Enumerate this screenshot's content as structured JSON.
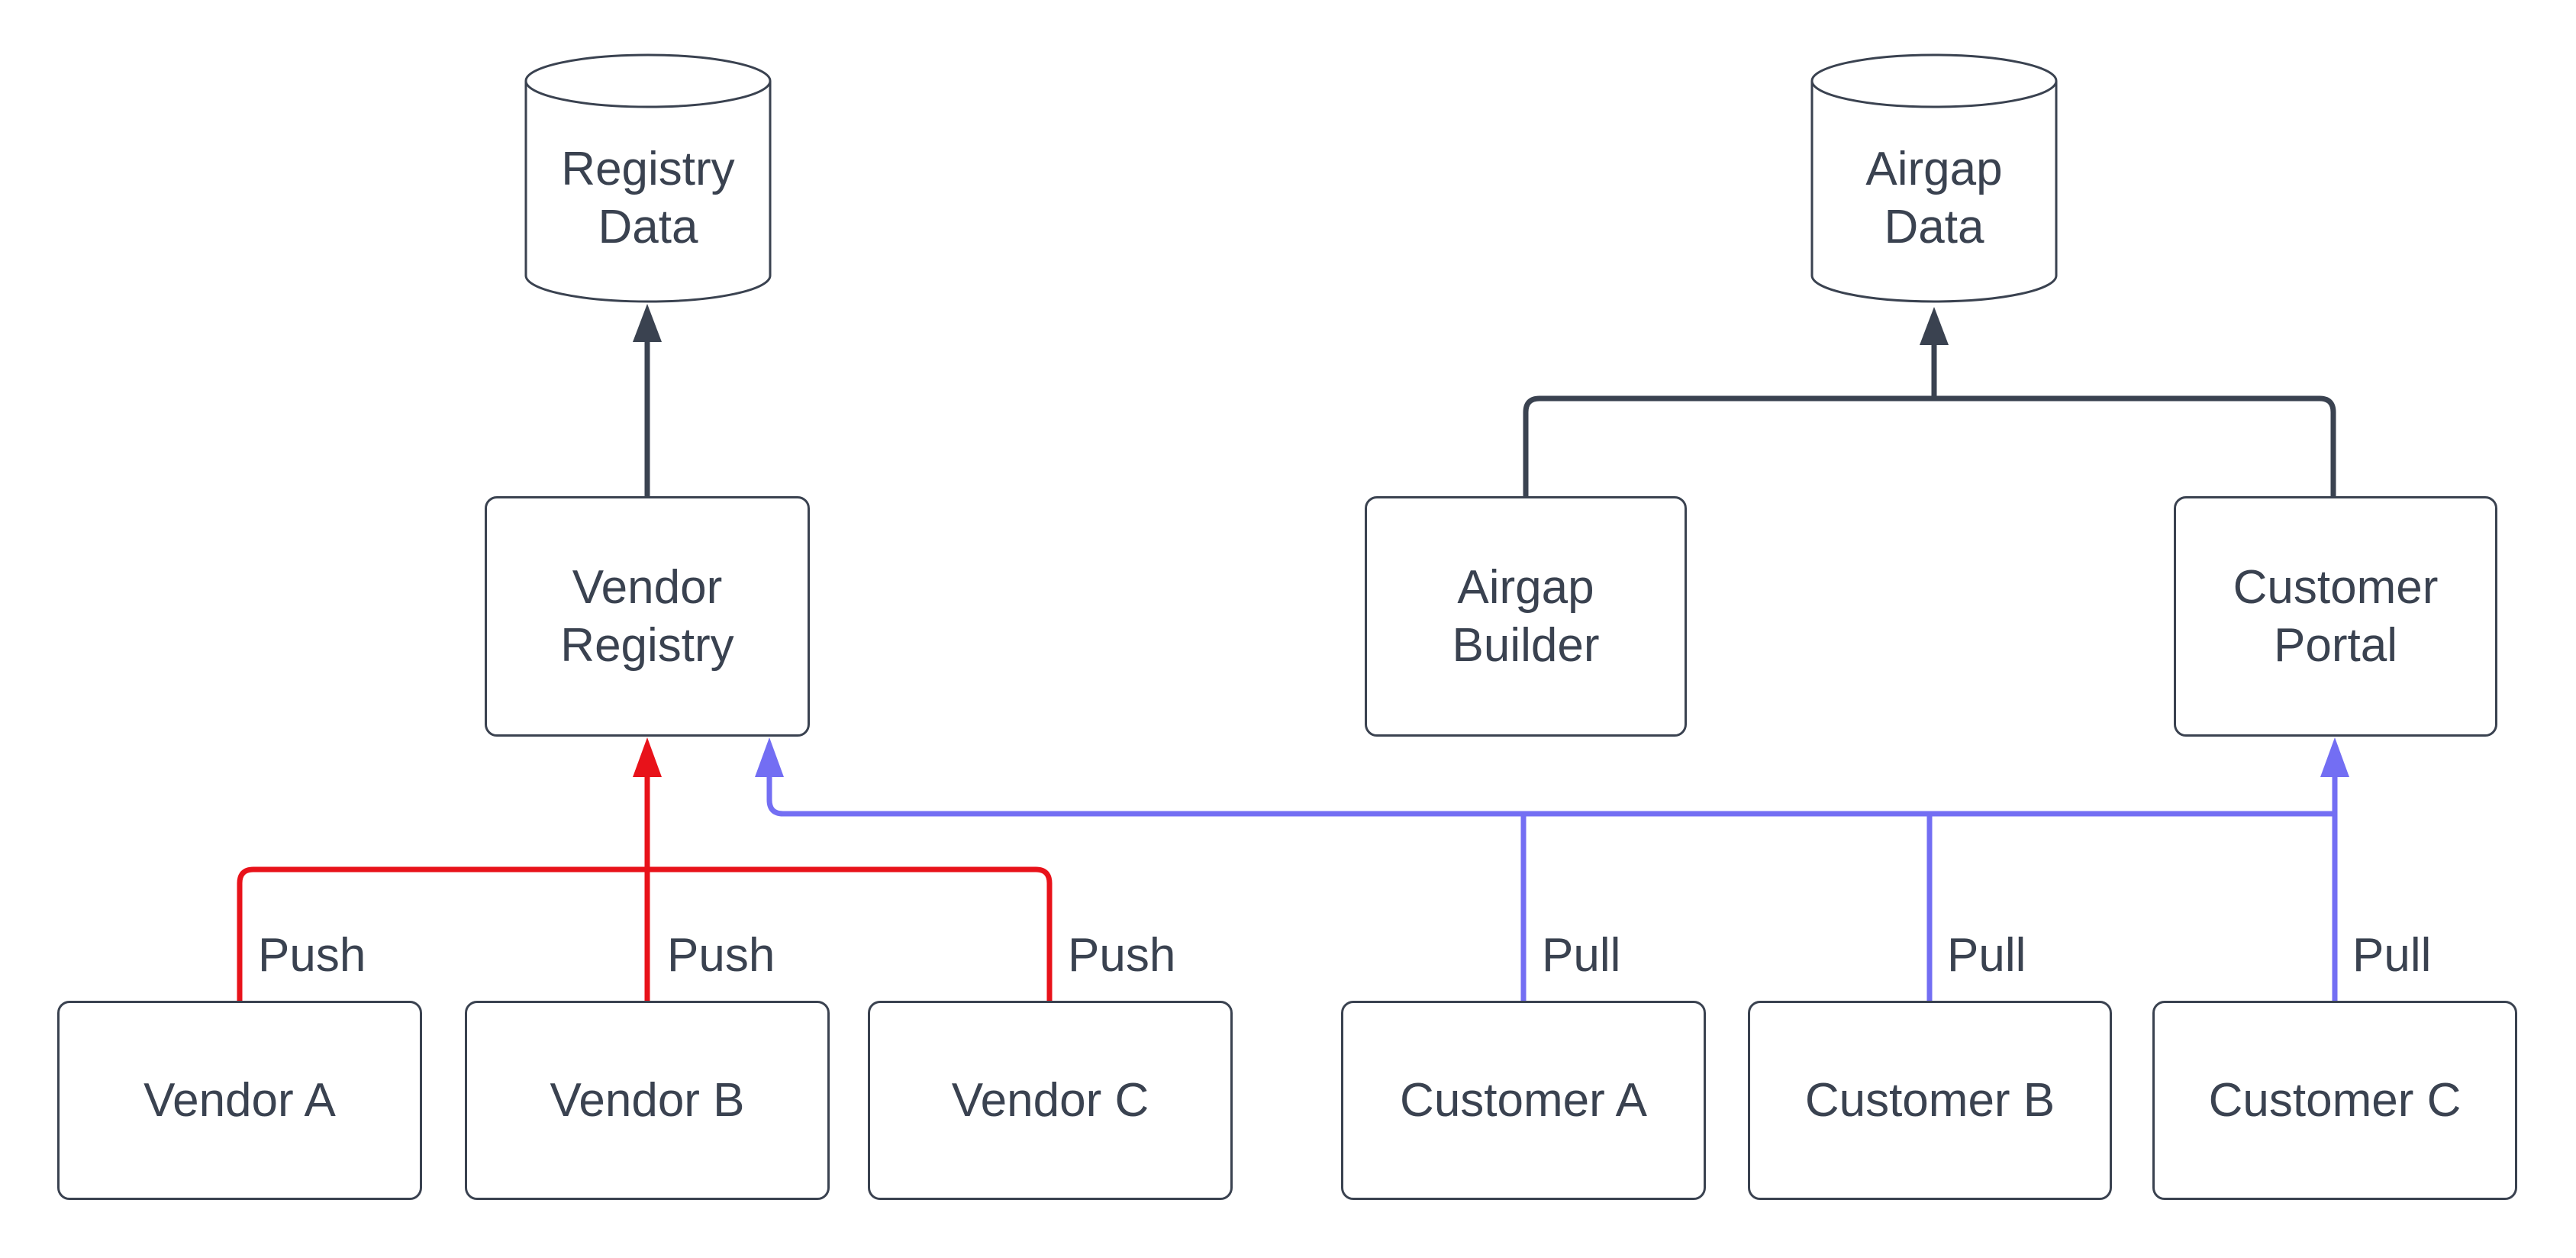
{
  "diagram": {
    "nodes": {
      "registry_data": {
        "label": "Registry Data",
        "shape": "cylinder"
      },
      "airgap_data": {
        "label": "Airgap Data",
        "shape": "cylinder"
      },
      "vendor_registry": {
        "label": "Vendor Registry",
        "shape": "rect"
      },
      "airgap_builder": {
        "label": "Airgap Builder",
        "shape": "rect"
      },
      "customer_portal": {
        "label": "Customer Portal",
        "shape": "rect"
      },
      "vendor_a": {
        "label": "Vendor A",
        "shape": "rect"
      },
      "vendor_b": {
        "label": "Vendor B",
        "shape": "rect"
      },
      "vendor_c": {
        "label": "Vendor C",
        "shape": "rect"
      },
      "customer_a": {
        "label": "Customer A",
        "shape": "rect"
      },
      "customer_b": {
        "label": "Customer B",
        "shape": "rect"
      },
      "customer_c": {
        "label": "Customer C",
        "shape": "rect"
      }
    },
    "edges": [
      {
        "from": "vendor_a",
        "to": "vendor_registry",
        "label": "Push",
        "color_key": "edge_red"
      },
      {
        "from": "vendor_b",
        "to": "vendor_registry",
        "label": "Push",
        "color_key": "edge_red"
      },
      {
        "from": "vendor_c",
        "to": "vendor_registry",
        "label": "Push",
        "color_key": "edge_red"
      },
      {
        "from": "customer_a",
        "to": "vendor_registry",
        "label": "Pull",
        "color_key": "edge_blue"
      },
      {
        "from": "customer_b",
        "to": "vendor_registry",
        "label": "Pull",
        "color_key": "edge_blue"
      },
      {
        "from": "customer_c",
        "to": "customer_portal",
        "label": "Pull",
        "color_key": "edge_blue"
      },
      {
        "from": "vendor_registry",
        "to": "registry_data",
        "label": "",
        "color_key": "stroke_dark"
      },
      {
        "from": "airgap_builder",
        "to": "airgap_data",
        "label": "",
        "color_key": "stroke_dark"
      },
      {
        "from": "customer_portal",
        "to": "airgap_data",
        "label": "",
        "color_key": "stroke_dark"
      }
    ],
    "colors": {
      "stroke_dark": "#3a4250",
      "edge_red": "#e8121a",
      "edge_blue": "#736ef3",
      "text": "#3a4250",
      "node_fill": "#ffffff",
      "background": "#ffffff"
    }
  }
}
